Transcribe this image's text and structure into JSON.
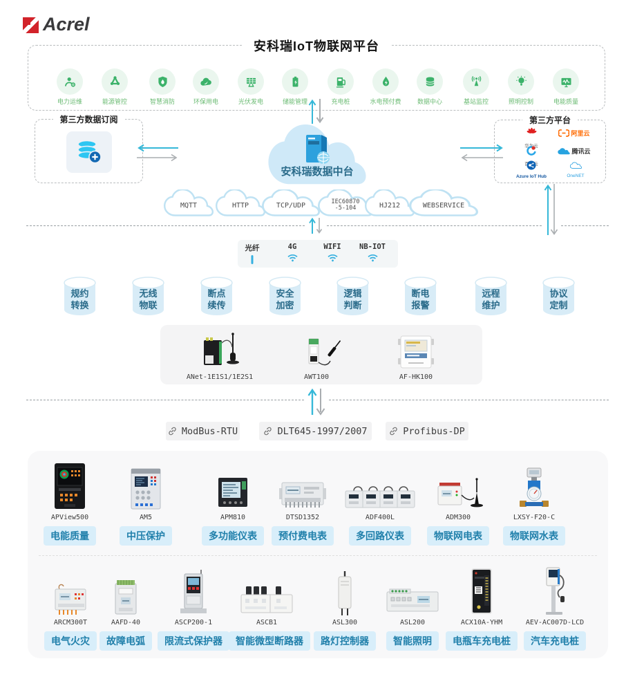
{
  "logo": {
    "text": "Acrel"
  },
  "platform": {
    "title": "安科瑞IoT物联网平台",
    "icons": [
      {
        "label": "电力运维"
      },
      {
        "label": "能源管控"
      },
      {
        "label": "智慧消防"
      },
      {
        "label": "环保用电"
      },
      {
        "label": "光伏发电"
      },
      {
        "label": "储能管理"
      },
      {
        "label": "充电桩"
      },
      {
        "label": "水电预付费"
      },
      {
        "label": "数据中心"
      },
      {
        "label": "基站监控"
      },
      {
        "label": "照明控制"
      },
      {
        "label": "电能质量"
      }
    ]
  },
  "subscription": {
    "title": "第三方数据订阅"
  },
  "datacenter": {
    "label": "安科瑞数据中台"
  },
  "thirdparty": {
    "title": "第三方平台",
    "providers": [
      {
        "name": "华为云"
      },
      {
        "name": "阿里云"
      },
      {
        "name": "百度云"
      },
      {
        "name": "腾讯云"
      },
      {
        "name": "Azure IoT Hub"
      },
      {
        "name": "OneNET"
      }
    ]
  },
  "protocol_clouds": [
    {
      "l1": "MQTT",
      "l2": ""
    },
    {
      "l1": "HTTP",
      "l2": ""
    },
    {
      "l1": "TCP/UDP",
      "l2": ""
    },
    {
      "l1": "IEC60870",
      "l2": "-5-104"
    },
    {
      "l1": "HJ212",
      "l2": ""
    },
    {
      "l1": "WEBSERVICE",
      "l2": ""
    }
  ],
  "connectivity": [
    {
      "label": "光纤",
      "icon": "fiber"
    },
    {
      "label": "4G",
      "icon": "wifi"
    },
    {
      "label": "WIFI",
      "icon": "wifi"
    },
    {
      "label": "NB-IOT",
      "icon": "wifi"
    }
  ],
  "capabilities": [
    {
      "l1": "规约",
      "l2": "转换"
    },
    {
      "l1": "无线",
      "l2": "物联"
    },
    {
      "l1": "断点",
      "l2": "续传"
    },
    {
      "l1": "安全",
      "l2": "加密"
    },
    {
      "l1": "逻辑",
      "l2": "判断"
    },
    {
      "l1": "断电",
      "l2": "报警"
    },
    {
      "l1": "远程",
      "l2": "维护"
    },
    {
      "l1": "协议",
      "l2": "定制"
    }
  ],
  "gateways": [
    {
      "model": "ANet-1E1S1/1E2S1"
    },
    {
      "model": "AWT100"
    },
    {
      "model": "AF-HK100"
    }
  ],
  "bus_protocols": [
    {
      "name": "ModBus-RTU"
    },
    {
      "name": "DLT645-1997/2007"
    },
    {
      "name": "Profibus-DP"
    }
  ],
  "devices_row1": [
    {
      "model": "APView500",
      "label": "电能质量"
    },
    {
      "model": "AM5",
      "label": "中压保护"
    },
    {
      "model": "APM810",
      "label": "多功能仪表"
    },
    {
      "model": "DTSD1352",
      "label": "预付费电表"
    },
    {
      "model": "ADF400L",
      "label": "多回路仪表"
    },
    {
      "model": "ADM300",
      "label": "物联网电表"
    },
    {
      "model": "LXSY-F20-C",
      "label": "物联网水表"
    }
  ],
  "devices_row2": [
    {
      "model": "ARCM300T",
      "label": "电气火灾"
    },
    {
      "model": "AAFD-40",
      "label": "故障电弧"
    },
    {
      "model": "ASCP200-1",
      "label": "限流式保护器"
    },
    {
      "model": "ASCB1",
      "label": "智能微型断路器"
    },
    {
      "model": "ASL300",
      "label": "路灯控制器"
    },
    {
      "model": "ASL200",
      "label": "智能照明"
    },
    {
      "model": "ACX10A-YHM",
      "label": "电瓶车充电桩"
    },
    {
      "model": "AEV-AC007D-LCD",
      "label": "汽车充电桩"
    }
  ],
  "colors": {
    "accent_cyan": "#35b8d8",
    "arrow_gray": "#a9adb0",
    "green_icon": "#3cb26a",
    "green_label": "#6cbb74",
    "cloud_fill": "#cfe9f8",
    "cloud_border": "#bfe2f3",
    "cylinder_fill": "#d8ecf7",
    "chip_blue_bg": "#d8eefa",
    "chip_blue_text": "#2180ab",
    "logo_red": "#d2232a"
  }
}
